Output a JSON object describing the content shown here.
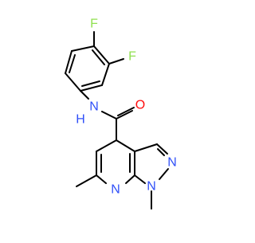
{
  "molecule": {
    "atoms": {
      "f_top": "F",
      "f_right": "F",
      "n_amide": "N",
      "h_amide": "H",
      "o_carbonyl": "O",
      "n_pyrazole": "N",
      "n_pyridine": "N",
      "n_methyl": "N"
    },
    "colors": {
      "bond": "#000000",
      "fluorine": "#90e050",
      "nitrogen": "#3050f8",
      "oxygen": "#ff0d0d"
    }
  }
}
